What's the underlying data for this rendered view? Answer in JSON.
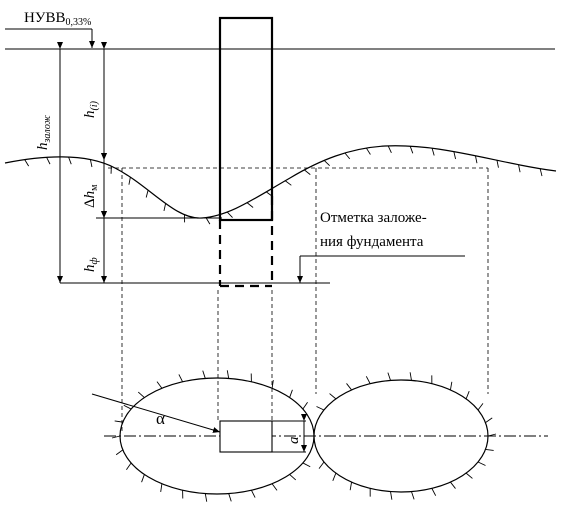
{
  "labels": {
    "nuvv_main": "НУВВ",
    "nuvv_sub": "0,33%",
    "h_i_main": "h",
    "h_i_sub": "(i)",
    "h_zalozh_main": "h",
    "h_zalozh_sub": "залож",
    "delta_hm_delta": "Δ",
    "delta_hm_main": "h",
    "delta_hm_sub": "м",
    "h_f_main": "h",
    "h_f_sub": "ф",
    "foundation_line1": "Отметка заложе-",
    "foundation_line2": "ния фундамента",
    "alpha": "α",
    "a": "a"
  }
}
